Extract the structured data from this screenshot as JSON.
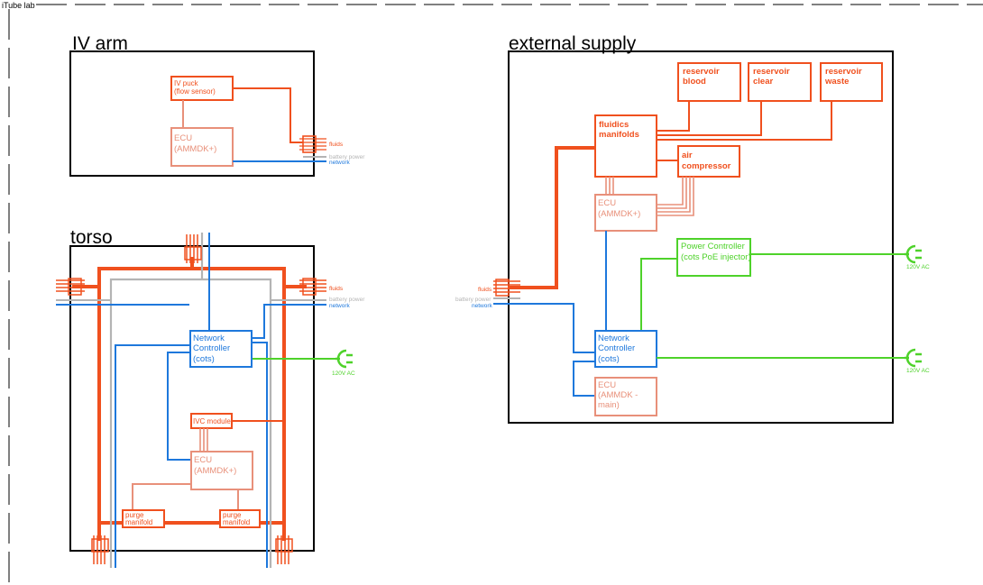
{
  "header": {
    "title": "iTube lab"
  },
  "colors": {
    "fluid": "#f0501e",
    "ecu": "#e8907a",
    "network": "#1e78dc",
    "power_ac": "#4ed22a",
    "battery": "#b4b4b4",
    "frame": "#000000"
  },
  "iv_arm": {
    "title": "IV arm",
    "iv_puck": [
      "IV puck",
      "(flow sensor)"
    ],
    "ecu": [
      "ECU",
      "(AMMDK+)"
    ],
    "port_fluids": "fluids",
    "port_battery": "battery power",
    "port_network": "network"
  },
  "torso": {
    "title": "torso",
    "port_fluids": "fluids",
    "port_battery": "battery power",
    "port_network": "network",
    "network_controller": [
      "Network",
      "Controller",
      "(cots)"
    ],
    "power_label": "120V AC",
    "ivc_module": "IVC module",
    "ecu": [
      "ECU",
      "(AMMDK+)"
    ],
    "purge_left": [
      "purge",
      "manifold"
    ],
    "purge_right": [
      "purge",
      "manifold"
    ]
  },
  "external": {
    "title": "external supply",
    "reservoir_blood": [
      "reservoir",
      "blood"
    ],
    "reservoir_clear": [
      "reservoir",
      "clear"
    ],
    "reservoir_waste": [
      "reservoir",
      "waste"
    ],
    "fluidics": [
      "fluidics",
      "manifolds"
    ],
    "air_compressor": [
      "air",
      "compressor"
    ],
    "ecu_top": [
      "ECU",
      "(AMMDK+)"
    ],
    "power_controller": [
      "Power Controller",
      "(cots PoE injector)"
    ],
    "network_controller": [
      "Network",
      "Controller",
      "(cots)"
    ],
    "ecu_main": [
      "ECU",
      "(AMMDK -",
      "main)"
    ],
    "power_label_1": "120V AC",
    "power_label_2": "120V AC",
    "port_fluids": "fluids",
    "port_battery": "battery power",
    "port_network": "network"
  }
}
